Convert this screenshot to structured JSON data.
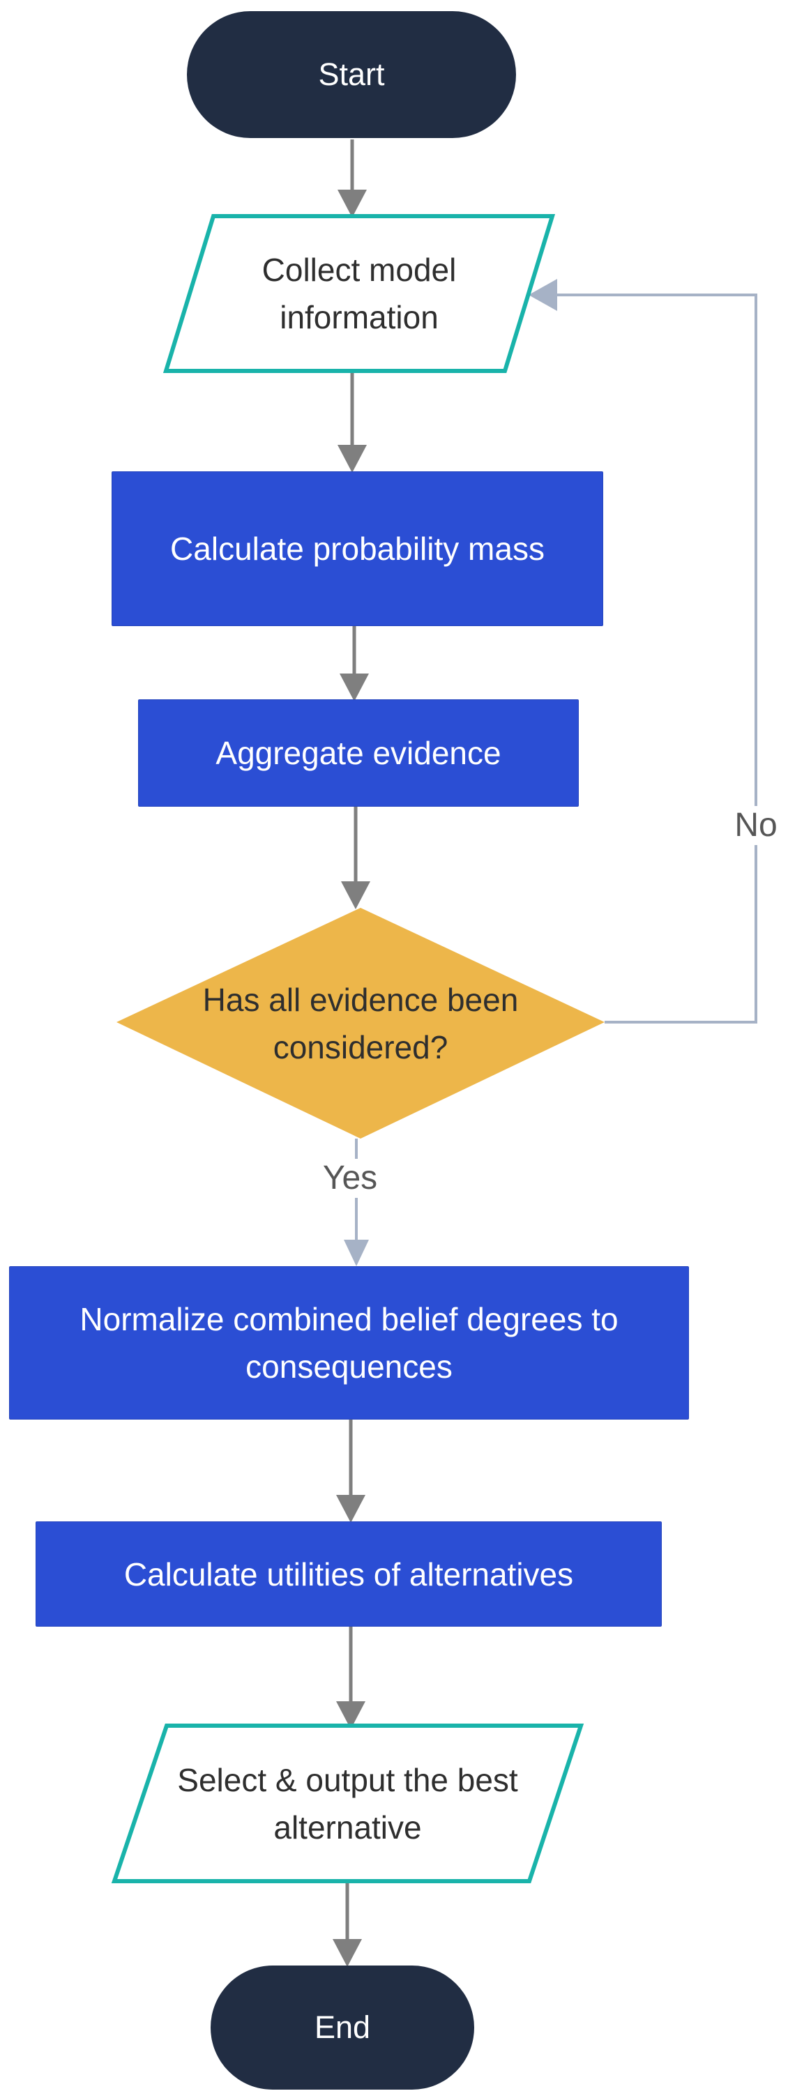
{
  "diagram": {
    "type": "flowchart",
    "background": "#ffffff",
    "colors": {
      "terminator_fill": "#212d43",
      "process_fill": "#2b4ed4",
      "decision_fill": "#edb64a",
      "io_border": "#19b3aa",
      "io_fill": "#ffffff",
      "arrow_gray": "#7f7f7f",
      "arrow_loop_blue_gray": "#a6b2c6",
      "node_text_dark": "#2e2e2e",
      "node_text_light": "#ffffff",
      "edge_label_text": "#565656"
    },
    "nodes": {
      "start": {
        "type": "terminator",
        "label": "Start",
        "lines": [
          "Start"
        ]
      },
      "collect": {
        "type": "input-output",
        "label": "Collect model information",
        "lines": [
          "Collect model",
          "information"
        ]
      },
      "probability": {
        "type": "process",
        "label": "Calculate probability mass",
        "lines": [
          "Calculate probability mass"
        ]
      },
      "aggregate": {
        "type": "process",
        "label": "Aggregate evidence",
        "lines": [
          "Aggregate evidence"
        ]
      },
      "decision": {
        "type": "decision",
        "label": "Has all evidence been considered?",
        "lines": [
          "Has all evidence been",
          "considered?"
        ]
      },
      "normalize": {
        "type": "process",
        "label": "Normalize combined belief degrees to consequences",
        "lines": [
          "Normalize combined belief degrees to",
          "consequences"
        ]
      },
      "utilities": {
        "type": "process",
        "label": "Calculate utilities of alternatives",
        "lines": [
          "Calculate utilities of alternatives"
        ]
      },
      "select": {
        "type": "input-output",
        "label": "Select & output the best alternative",
        "lines": [
          "Select & output the best",
          "alternative"
        ]
      },
      "end": {
        "type": "terminator",
        "label": "End",
        "lines": [
          "End"
        ]
      }
    },
    "edges": {
      "labels": {
        "yes": "Yes",
        "no": "No"
      },
      "list": [
        {
          "from": "Start",
          "to": "Collect model information",
          "label": ""
        },
        {
          "from": "Collect model information",
          "to": "Calculate probability mass",
          "label": ""
        },
        {
          "from": "Calculate probability mass",
          "to": "Aggregate evidence",
          "label": ""
        },
        {
          "from": "Aggregate evidence",
          "to": "Has all evidence been considered?",
          "label": ""
        },
        {
          "from": "Has all evidence been considered?",
          "to": "Normalize combined belief degrees to consequences",
          "label": "Yes"
        },
        {
          "from": "Has all evidence been considered?",
          "to": "Collect model information",
          "label": "No"
        },
        {
          "from": "Normalize combined belief degrees to consequences",
          "to": "Calculate utilities of alternatives",
          "label": ""
        },
        {
          "from": "Calculate utilities of alternatives",
          "to": "Select & output the best alternative",
          "label": ""
        },
        {
          "from": "Select & output the best alternative",
          "to": "End",
          "label": ""
        }
      ]
    }
  }
}
